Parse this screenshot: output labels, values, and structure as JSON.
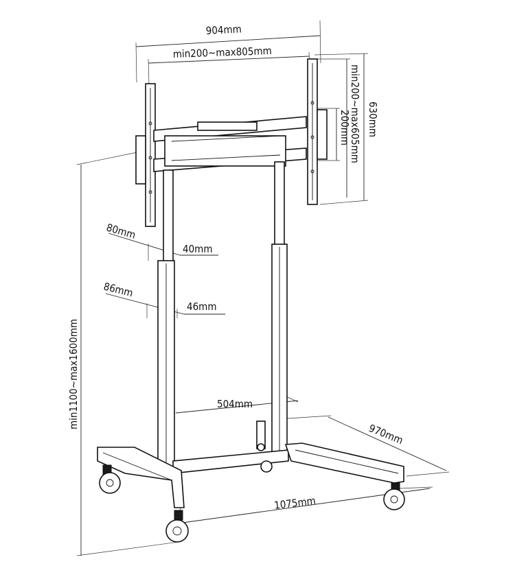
{
  "diagram": {
    "subject": "mobile-tv-stand",
    "dimensions": {
      "width_total": "904mm",
      "vesa_horizontal": "min200~max805mm",
      "height_total_bracket": "630mm",
      "vesa_vertical": "min200~max605mm",
      "bracket_offset": "200mm",
      "upper_column_outer": "80mm",
      "upper_column_inner": "40mm",
      "lower_column_outer": "86mm",
      "lower_column_inner": "46mm",
      "column_spacing": "504mm",
      "base_depth": "970mm",
      "base_width": "1075mm",
      "height_range": "min1100~max1600mm"
    }
  }
}
